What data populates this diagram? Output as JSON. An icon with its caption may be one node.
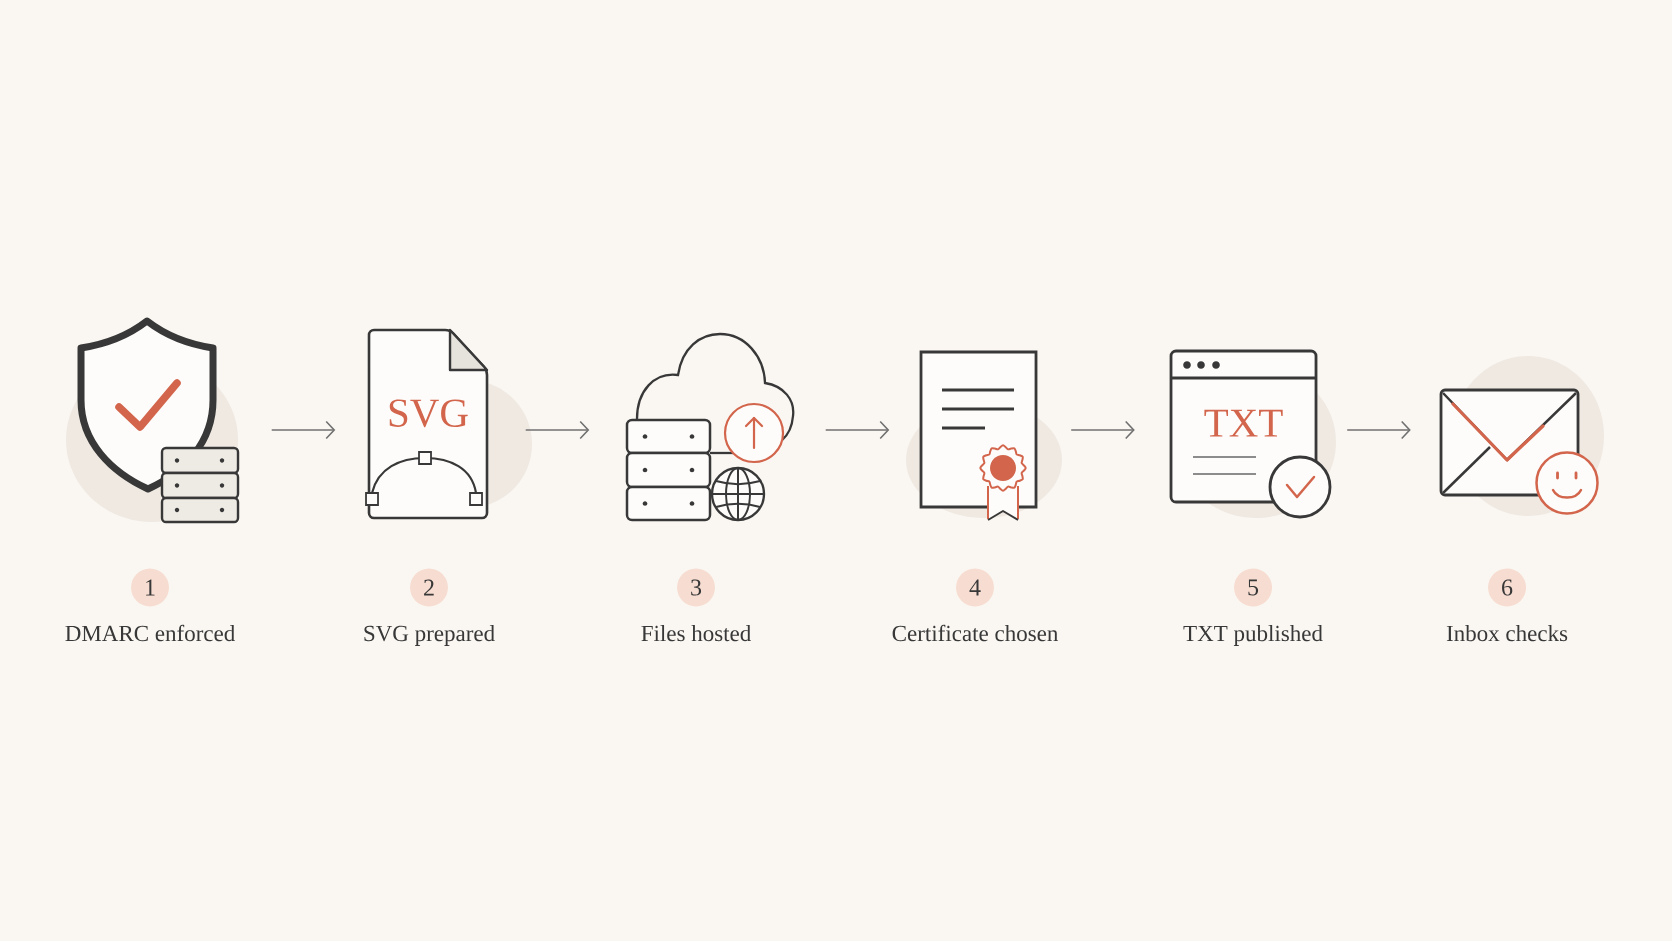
{
  "diagram": {
    "nodes": [
      {
        "text": [],
        "shape": "picture"
      },
      {
        "text": [
          "SVG"
        ]
      },
      {
        "text": [],
        "shape": "picture"
      },
      {
        "text": [],
        "shape": "picture"
      },
      {
        "text": [
          "TXT"
        ]
      },
      {
        "text": [],
        "shape": "picture"
      },
      {
        "text": [
          "1"
        ],
        "beside": [
          "DMARC enforced"
        ]
      },
      {
        "text": [
          "2"
        ],
        "beside": [
          "SVG prepared"
        ]
      },
      {
        "text": [
          "3"
        ],
        "beside": [
          "Files hosted"
        ]
      },
      {
        "text": [
          "4"
        ],
        "beside": [
          "Certificate chosen"
        ]
      },
      {
        "text": [
          "5"
        ],
        "beside": [
          "TXT published"
        ]
      },
      {
        "text": [
          "6"
        ],
        "beside": [
          "Inbox checks"
        ]
      }
    ],
    "edges": [
      {
        "from": 0,
        "to": 1,
        "arrow": "to"
      },
      {
        "from": 1,
        "to": 2,
        "arrow": "to"
      },
      {
        "from": 2,
        "to": 3,
        "arrow": "to"
      },
      {
        "from": 3,
        "to": 4,
        "arrow": "to"
      },
      {
        "from": 4,
        "to": 5,
        "arrow": "to"
      }
    ]
  }
}
